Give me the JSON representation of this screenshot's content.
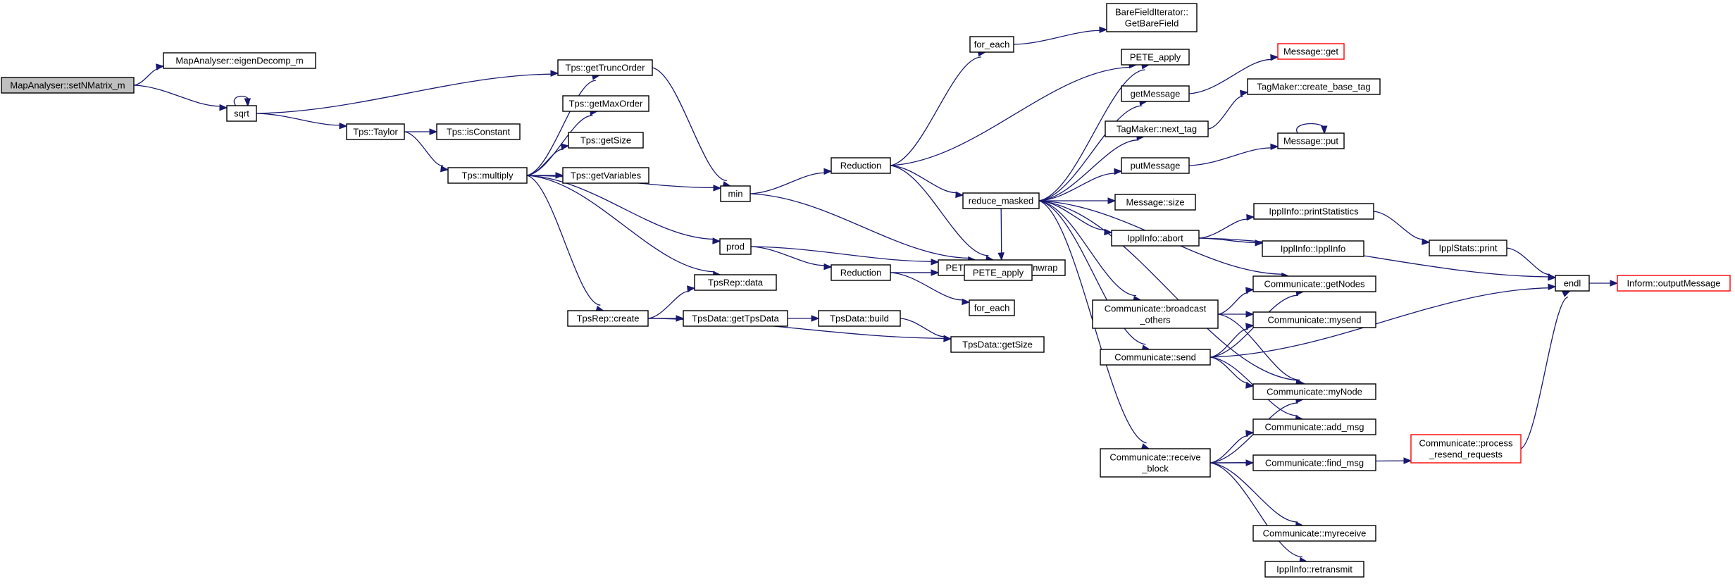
{
  "colors": {
    "edge": "#191970",
    "root_fill": "#bfbfbf",
    "node_fill": "#ffffff",
    "node_border": "#000000",
    "truncated_border": "#ff0000"
  },
  "nodes": [
    {
      "id": "root",
      "lines": [
        "MapAnalyser::setNMatrix_m"
      ],
      "root": true
    },
    {
      "id": "eigen",
      "lines": [
        "MapAnalyser::eigenDecomp_m"
      ]
    },
    {
      "id": "sqrt",
      "lines": [
        "sqrt"
      ]
    },
    {
      "id": "truncorder",
      "lines": [
        "Tps::getTruncOrder"
      ]
    },
    {
      "id": "taylor",
      "lines": [
        "Tps::Taylor"
      ]
    },
    {
      "id": "isconst",
      "lines": [
        "Tps::isConstant"
      ]
    },
    {
      "id": "multiply",
      "lines": [
        "Tps::multiply"
      ]
    },
    {
      "id": "maxorder",
      "lines": [
        "Tps::getMaxOrder"
      ]
    },
    {
      "id": "getsize",
      "lines": [
        "Tps::getSize"
      ]
    },
    {
      "id": "getvars",
      "lines": [
        "Tps::getVariables"
      ]
    },
    {
      "id": "min",
      "lines": [
        "min"
      ]
    },
    {
      "id": "prod",
      "lines": [
        "prod"
      ]
    },
    {
      "id": "repdata",
      "lines": [
        "TpsRep::data"
      ]
    },
    {
      "id": "repcreate",
      "lines": [
        "TpsRep::create"
      ]
    },
    {
      "id": "gettpsdata",
      "lines": [
        "TpsData::getTpsData"
      ]
    },
    {
      "id": "build",
      "lines": [
        "TpsData::build"
      ]
    },
    {
      "id": "datasize",
      "lines": [
        "TpsData::getSize"
      ]
    },
    {
      "id": "red1",
      "lines": [
        "Reduction"
      ]
    },
    {
      "id": "red2",
      "lines": [
        "Reduction"
      ]
    },
    {
      "id": "foreach1",
      "lines": [
        "for_each"
      ]
    },
    {
      "id": "foreach2",
      "lines": [
        "for_each"
      ]
    },
    {
      "id": "barefield",
      "lines": [
        "BareFieldIterator::",
        "GetBareField"
      ]
    },
    {
      "id": "redmasked",
      "lines": [
        "reduce_masked"
      ]
    },
    {
      "id": "unwrap",
      "lines": [
        "PETE_Expr::PETE_unwrap"
      ]
    },
    {
      "id": "peteapply1",
      "lines": [
        "PETE_apply"
      ]
    },
    {
      "id": "peteapply2",
      "lines": [
        "PETE_apply"
      ]
    },
    {
      "id": "getmessage",
      "lines": [
        "getMessage"
      ]
    },
    {
      "id": "msgget",
      "lines": [
        "Message::get"
      ],
      "truncated": true
    },
    {
      "id": "createtag",
      "lines": [
        "TagMaker::create_base_tag"
      ]
    },
    {
      "id": "nexttag",
      "lines": [
        "TagMaker::next_tag"
      ]
    },
    {
      "id": "putmessage",
      "lines": [
        "putMessage"
      ]
    },
    {
      "id": "msgput",
      "lines": [
        "Message::put"
      ]
    },
    {
      "id": "msgsize",
      "lines": [
        "Message::size"
      ]
    },
    {
      "id": "abort",
      "lines": [
        "IpplInfo::abort"
      ]
    },
    {
      "id": "printstats",
      "lines": [
        "IpplInfo::printStatistics"
      ]
    },
    {
      "id": "ipplinfo",
      "lines": [
        "IpplInfo::IpplInfo"
      ]
    },
    {
      "id": "statsprint",
      "lines": [
        "IpplStats::print"
      ]
    },
    {
      "id": "endl",
      "lines": [
        "endl"
      ]
    },
    {
      "id": "outmsg",
      "lines": [
        "Inform::outputMessage"
      ],
      "truncated": true
    },
    {
      "id": "getnodes",
      "lines": [
        "Communicate::getNodes"
      ]
    },
    {
      "id": "bcast",
      "lines": [
        "Communicate::broadcast",
        "_others"
      ]
    },
    {
      "id": "mysend",
      "lines": [
        "Communicate::mysend"
      ]
    },
    {
      "id": "send",
      "lines": [
        "Communicate::send"
      ]
    },
    {
      "id": "mynode",
      "lines": [
        "Communicate::myNode"
      ]
    },
    {
      "id": "addmsg",
      "lines": [
        "Communicate::add_msg"
      ]
    },
    {
      "id": "recvblock",
      "lines": [
        "Communicate::receive",
        "_block"
      ]
    },
    {
      "id": "findmsg",
      "lines": [
        "Communicate::find_msg"
      ]
    },
    {
      "id": "resend",
      "lines": [
        "Communicate::process",
        "_resend_requests"
      ],
      "truncated": true
    },
    {
      "id": "myreceive",
      "lines": [
        "Communicate::myreceive"
      ]
    },
    {
      "id": "retransmit",
      "lines": [
        "IpplInfo::retransmit"
      ]
    }
  ],
  "edges": [
    [
      "root",
      "eigen"
    ],
    [
      "root",
      "sqrt"
    ],
    [
      "sqrt",
      "sqrt"
    ],
    [
      "sqrt",
      "truncorder"
    ],
    [
      "sqrt",
      "taylor"
    ],
    [
      "taylor",
      "isconst"
    ],
    [
      "taylor",
      "multiply"
    ],
    [
      "multiply",
      "truncorder"
    ],
    [
      "multiply",
      "maxorder"
    ],
    [
      "multiply",
      "getsize"
    ],
    [
      "multiply",
      "getvars"
    ],
    [
      "multiply",
      "min"
    ],
    [
      "multiply",
      "prod"
    ],
    [
      "multiply",
      "repdata"
    ],
    [
      "multiply",
      "repcreate"
    ],
    [
      "truncorder",
      "min"
    ],
    [
      "min",
      "red1"
    ],
    [
      "min",
      "unwrap"
    ],
    [
      "prod",
      "unwrap"
    ],
    [
      "prod",
      "red2"
    ],
    [
      "repcreate",
      "repdata"
    ],
    [
      "repcreate",
      "gettpsdata"
    ],
    [
      "repcreate",
      "datasize"
    ],
    [
      "gettpsdata",
      "build"
    ],
    [
      "build",
      "datasize"
    ],
    [
      "red1",
      "foreach1"
    ],
    [
      "red1",
      "peteapply1"
    ],
    [
      "red1",
      "redmasked"
    ],
    [
      "red1",
      "unwrap"
    ],
    [
      "red2",
      "unwrap"
    ],
    [
      "red2",
      "peteapply2"
    ],
    [
      "red2",
      "foreach2"
    ],
    [
      "foreach1",
      "barefield"
    ],
    [
      "redmasked",
      "peteapply1"
    ],
    [
      "redmasked",
      "unwrap"
    ],
    [
      "redmasked",
      "getmessage"
    ],
    [
      "redmasked",
      "nexttag"
    ],
    [
      "redmasked",
      "putmessage"
    ],
    [
      "redmasked",
      "msgsize"
    ],
    [
      "redmasked",
      "abort"
    ],
    [
      "redmasked",
      "getnodes"
    ],
    [
      "redmasked",
      "bcast"
    ],
    [
      "redmasked",
      "send"
    ],
    [
      "redmasked",
      "mynode"
    ],
    [
      "redmasked",
      "recvblock"
    ],
    [
      "getmessage",
      "msgget"
    ],
    [
      "nexttag",
      "createtag"
    ],
    [
      "putmessage",
      "msgput"
    ],
    [
      "msgput",
      "msgput"
    ],
    [
      "abort",
      "printstats"
    ],
    [
      "abort",
      "ipplinfo"
    ],
    [
      "abort",
      "endl"
    ],
    [
      "printstats",
      "statsprint"
    ],
    [
      "statsprint",
      "endl"
    ],
    [
      "endl",
      "outmsg"
    ],
    [
      "bcast",
      "getnodes"
    ],
    [
      "bcast",
      "mysend"
    ],
    [
      "bcast",
      "mynode"
    ],
    [
      "send",
      "getnodes"
    ],
    [
      "send",
      "mysend"
    ],
    [
      "send",
      "mynode"
    ],
    [
      "send",
      "addmsg"
    ],
    [
      "send",
      "endl"
    ],
    [
      "recvblock",
      "mynode"
    ],
    [
      "recvblock",
      "addmsg"
    ],
    [
      "recvblock",
      "findmsg"
    ],
    [
      "recvblock",
      "resend"
    ],
    [
      "recvblock",
      "myreceive"
    ],
    [
      "recvblock",
      "retransmit"
    ],
    [
      "resend",
      "endl"
    ]
  ]
}
